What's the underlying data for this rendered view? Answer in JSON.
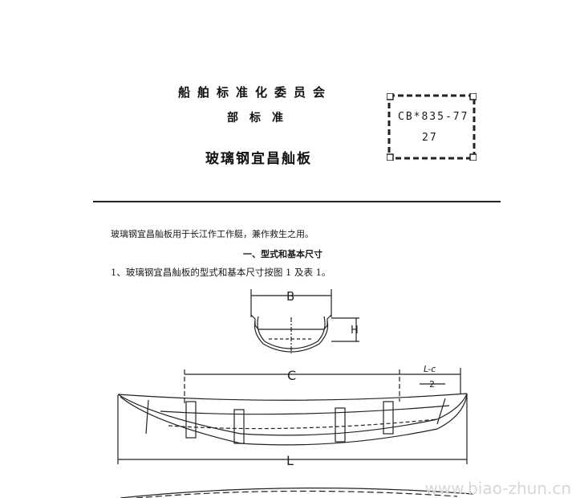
{
  "header": {
    "org_line1": "船舶标准化委员会",
    "org_line2": "部标准",
    "title": "玻璃钢宜昌舢板",
    "standard_code": "CB*835-77",
    "standard_sub": "27"
  },
  "body": {
    "intro": "玻璃钢宜昌舢板用于长江作工作艇，兼作救生之用。",
    "section_heading": "一、型式和基本尺寸",
    "clause_1": "1、玻璃钢宜昌舢板的型式和基本尺寸按图 1 及表 1。"
  },
  "drawing": {
    "label_B": "B",
    "label_H": "H",
    "label_C": "C",
    "label_LC_num": "L-c",
    "label_LC_den": "2",
    "label_L": "L"
  },
  "watermark": "www.biao-zhun.cn"
}
